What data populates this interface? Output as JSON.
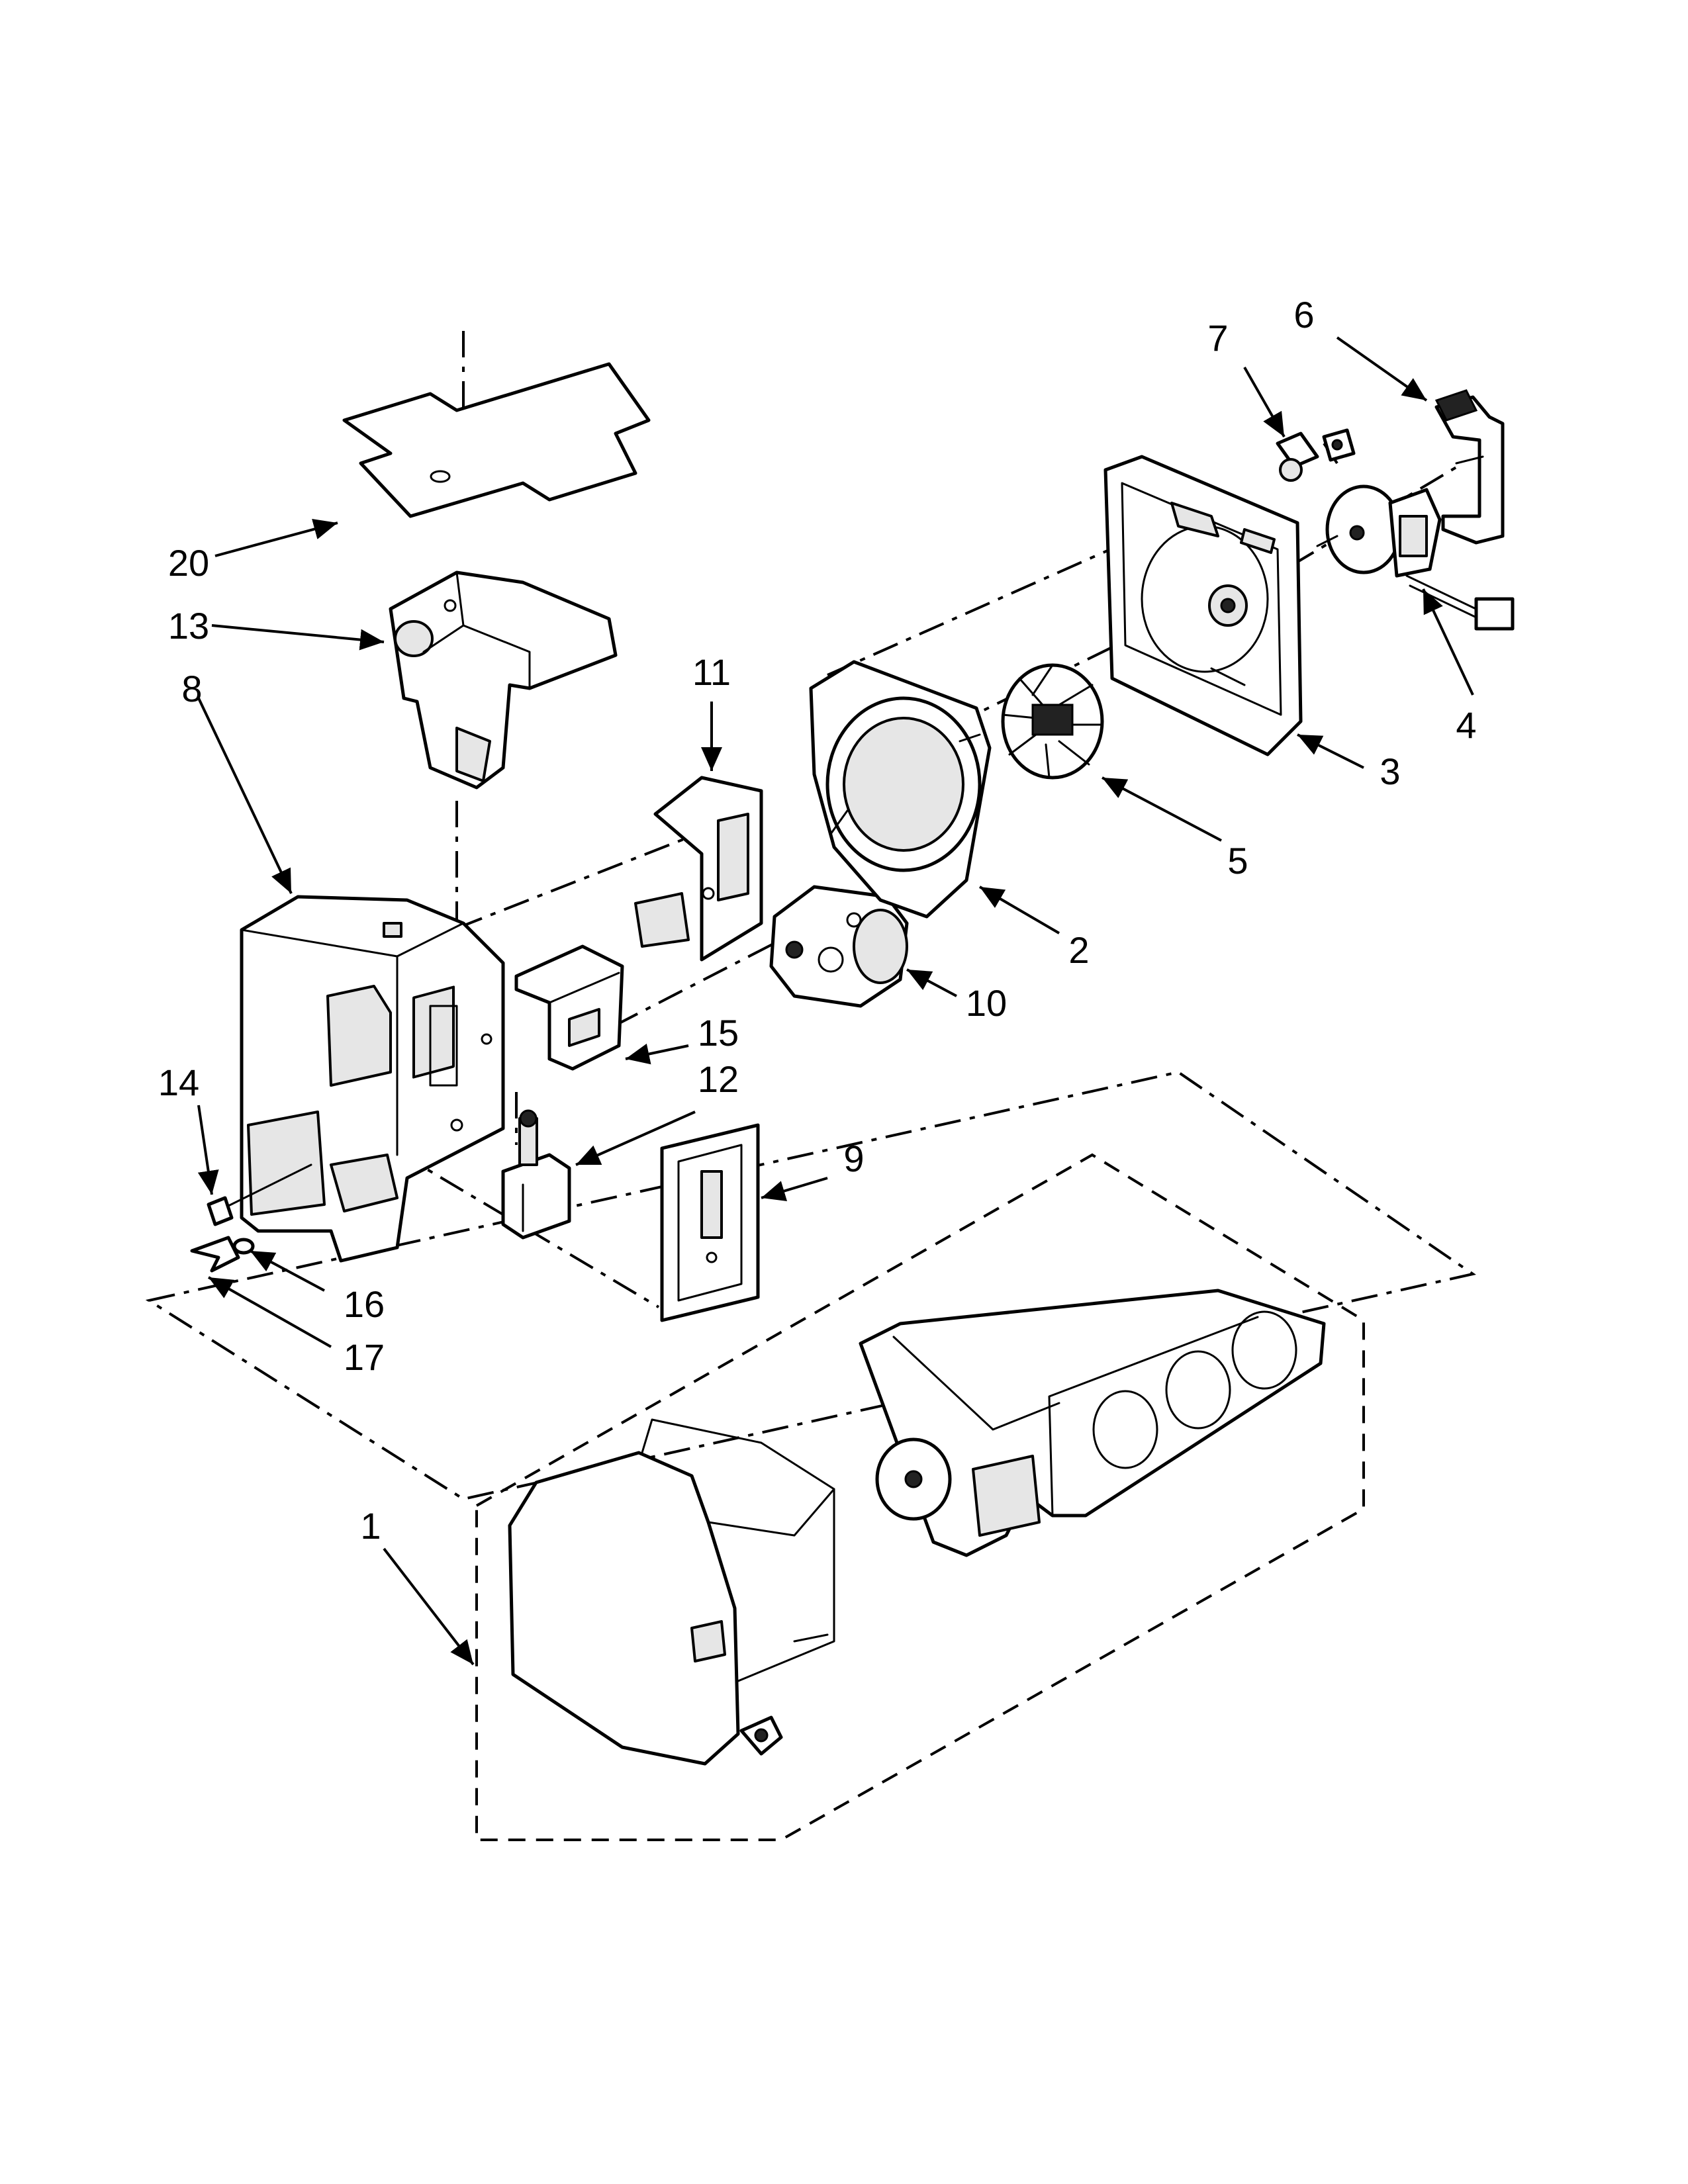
{
  "callouts": [
    {
      "id": "1",
      "label": "1"
    },
    {
      "id": "2",
      "label": "2"
    },
    {
      "id": "3",
      "label": "3"
    },
    {
      "id": "4",
      "label": "4"
    },
    {
      "id": "5",
      "label": "5"
    },
    {
      "id": "6",
      "label": "6"
    },
    {
      "id": "7",
      "label": "7"
    },
    {
      "id": "8",
      "label": "8"
    },
    {
      "id": "9",
      "label": "9"
    },
    {
      "id": "10",
      "label": "10"
    },
    {
      "id": "11",
      "label": "11"
    },
    {
      "id": "12",
      "label": "12"
    },
    {
      "id": "13",
      "label": "13"
    },
    {
      "id": "14",
      "label": "14"
    },
    {
      "id": "15",
      "label": "15"
    },
    {
      "id": "16",
      "label": "16"
    },
    {
      "id": "17",
      "label": "17"
    },
    {
      "id": "20",
      "label": "20"
    }
  ]
}
